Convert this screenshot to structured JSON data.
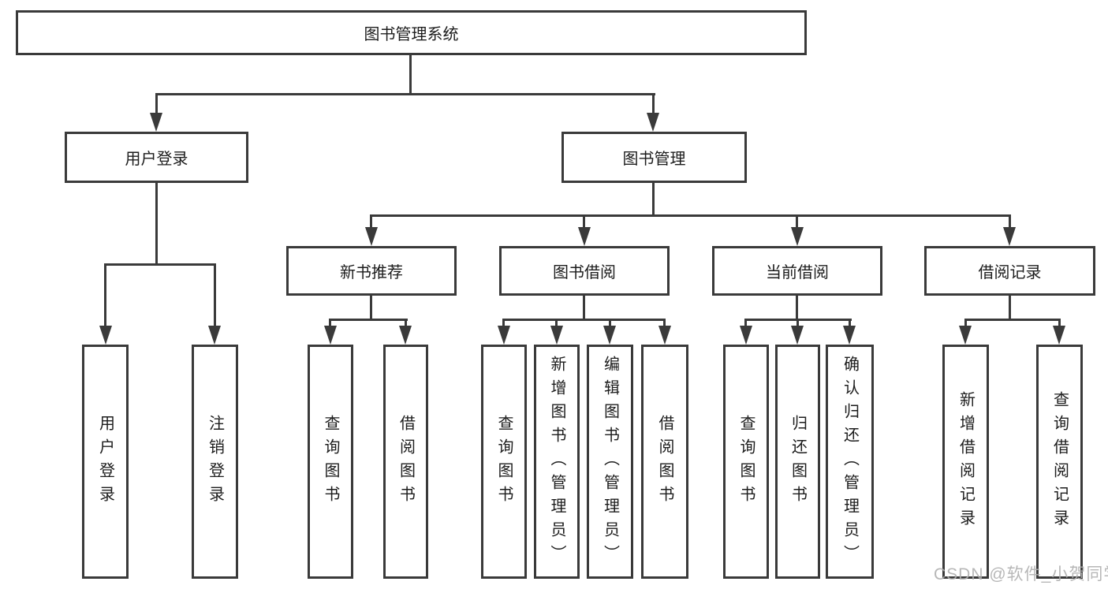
{
  "nodes": {
    "root": {
      "label": "图书管理系统"
    },
    "user_login": {
      "label": "用户登录"
    },
    "book_mgmt": {
      "label": "图书管理"
    },
    "new_book_rec": {
      "label": "新书推荐"
    },
    "book_borrow": {
      "label": "图书借阅"
    },
    "current_borrow": {
      "label": "当前借阅"
    },
    "borrow_record": {
      "label": "借阅记录"
    },
    "leaf_user_login": {
      "label": "用户登录"
    },
    "leaf_logout": {
      "label": "注销登录"
    },
    "leaf_query_book_rec": {
      "label": "查询图书"
    },
    "leaf_borrow_book_rec": {
      "label": "借阅图书"
    },
    "leaf_query_book_borrow": {
      "label": "查询图书"
    },
    "leaf_add_book": {
      "label": "新增图书（管理员）"
    },
    "leaf_edit_book": {
      "label": "编辑图书（管理员）"
    },
    "leaf_borrow_book": {
      "label": "借阅图书"
    },
    "leaf_query_book_current": {
      "label": "查询图书"
    },
    "leaf_return_book": {
      "label": "归还图书"
    },
    "leaf_confirm_return": {
      "label": "确认归还（管理员）"
    },
    "leaf_add_borrow_record": {
      "label": "新增借阅记录"
    },
    "leaf_query_borrow_record": {
      "label": "查询借阅记录"
    }
  },
  "watermark": "CSDN @软件_小贺同学",
  "colors": {
    "line": "#3a3a3a",
    "text": "#1c1c1c",
    "watermark": "#b0b0b0",
    "background": "#ffffff"
  }
}
